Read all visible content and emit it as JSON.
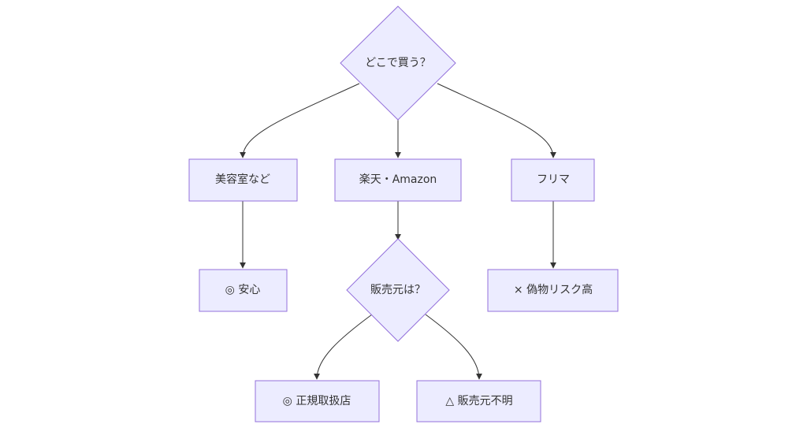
{
  "diagram": {
    "nodes": {
      "where_to_buy": {
        "label": "どこで買う？",
        "shape": "diamond"
      },
      "salon": {
        "label": "美容室など",
        "shape": "rect"
      },
      "rakuten_amazon": {
        "label": "楽天・Amazon",
        "shape": "rect"
      },
      "flea_market": {
        "label": "フリマ",
        "shape": "rect"
      },
      "safe": {
        "label": "◎ 安心",
        "shape": "rect"
      },
      "seller": {
        "label": "販売元は？",
        "shape": "diamond"
      },
      "fake_risk": {
        "label": "× 偽物リスク高",
        "shape": "rect"
      },
      "authorized": {
        "label": "◎ 正規取扱店",
        "shape": "rect"
      },
      "unknown_seller": {
        "label": "△ 販売元不明",
        "shape": "rect"
      }
    },
    "edges": [
      {
        "from": "where_to_buy",
        "to": "salon"
      },
      {
        "from": "where_to_buy",
        "to": "rakuten_amazon"
      },
      {
        "from": "where_to_buy",
        "to": "flea_market"
      },
      {
        "from": "salon",
        "to": "safe"
      },
      {
        "from": "rakuten_amazon",
        "to": "seller"
      },
      {
        "from": "flea_market",
        "to": "fake_risk"
      },
      {
        "from": "seller",
        "to": "authorized"
      },
      {
        "from": "seller",
        "to": "unknown_seller"
      }
    ],
    "colors": {
      "node_fill": "#ECECFF",
      "node_stroke": "#9370DB",
      "edge": "#333333",
      "text": "#333333"
    }
  }
}
